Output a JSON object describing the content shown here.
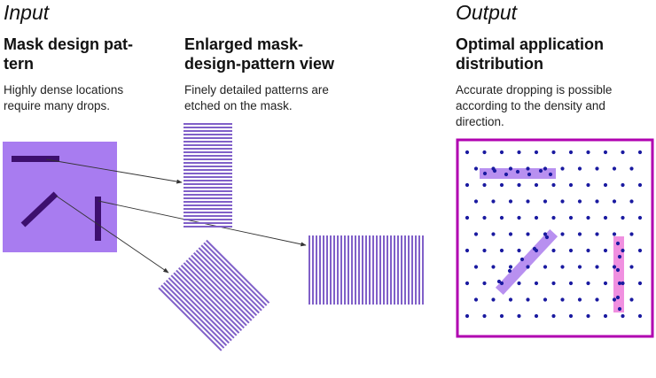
{
  "input_heading": "Input",
  "output_heading": "Output",
  "panels": [
    {
      "title_lines": [
        "Mask design pat-",
        "tern"
      ],
      "desc_lines": [
        "Highly dense locations",
        "require many drops."
      ]
    },
    {
      "title_lines": [
        "Enlarged mask-",
        "design-pattern view"
      ],
      "desc_lines": [
        "Finely detailed patterns are",
        "etched on the mask."
      ]
    },
    {
      "title_lines": [
        "Optimal application",
        "distribution"
      ],
      "desc_lines": [
        "Accurate dropping is possible",
        "according to the density and",
        "direction."
      ]
    }
  ],
  "colors": {
    "mask_fill": "#a87cf0",
    "mask_line": "#3d0f6e",
    "stripe": "#8060c8",
    "frame": "#b000b0",
    "dot": "#1a1aa0",
    "bar_lavender": "#b890f0",
    "bar_pink": "#f090e0"
  },
  "icons": [
    "arrow-icon"
  ]
}
